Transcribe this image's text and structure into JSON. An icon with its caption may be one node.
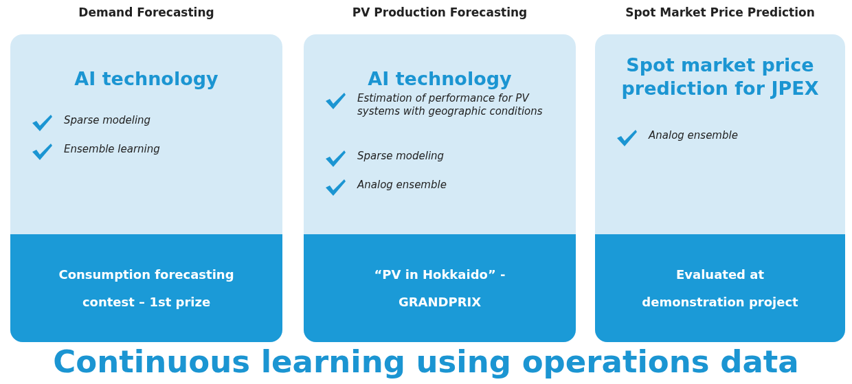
{
  "diagram": {
    "caption": "Continuous learning using operations data",
    "nodes": [
      {
        "text": [
          "Demand Forecasting",
          "AI technology",
          "Sparse modeling",
          "Ensemble learning"
        ]
      },
      {
        "text": [
          "Consumption forecasting contest – 1st prize"
        ],
        "in": 0
      },
      {
        "text": [
          "PV Production Forecasting",
          "AI technology",
          "Estimation of performance for PV systems with geographic conditions",
          "Sparse modeling",
          "Analog ensemble"
        ]
      },
      {
        "text": [
          "“PV in Hokkaido” - GRANDPRIX"
        ],
        "in": 2
      },
      {
        "text": [
          "Spot Market Price Prediction",
          "Spot market price prediction for JPEX",
          "Analog ensemble"
        ]
      },
      {
        "text": [
          "Evaluated at demonstration project"
        ],
        "in": 4
      }
    ],
    "edges": []
  }
}
